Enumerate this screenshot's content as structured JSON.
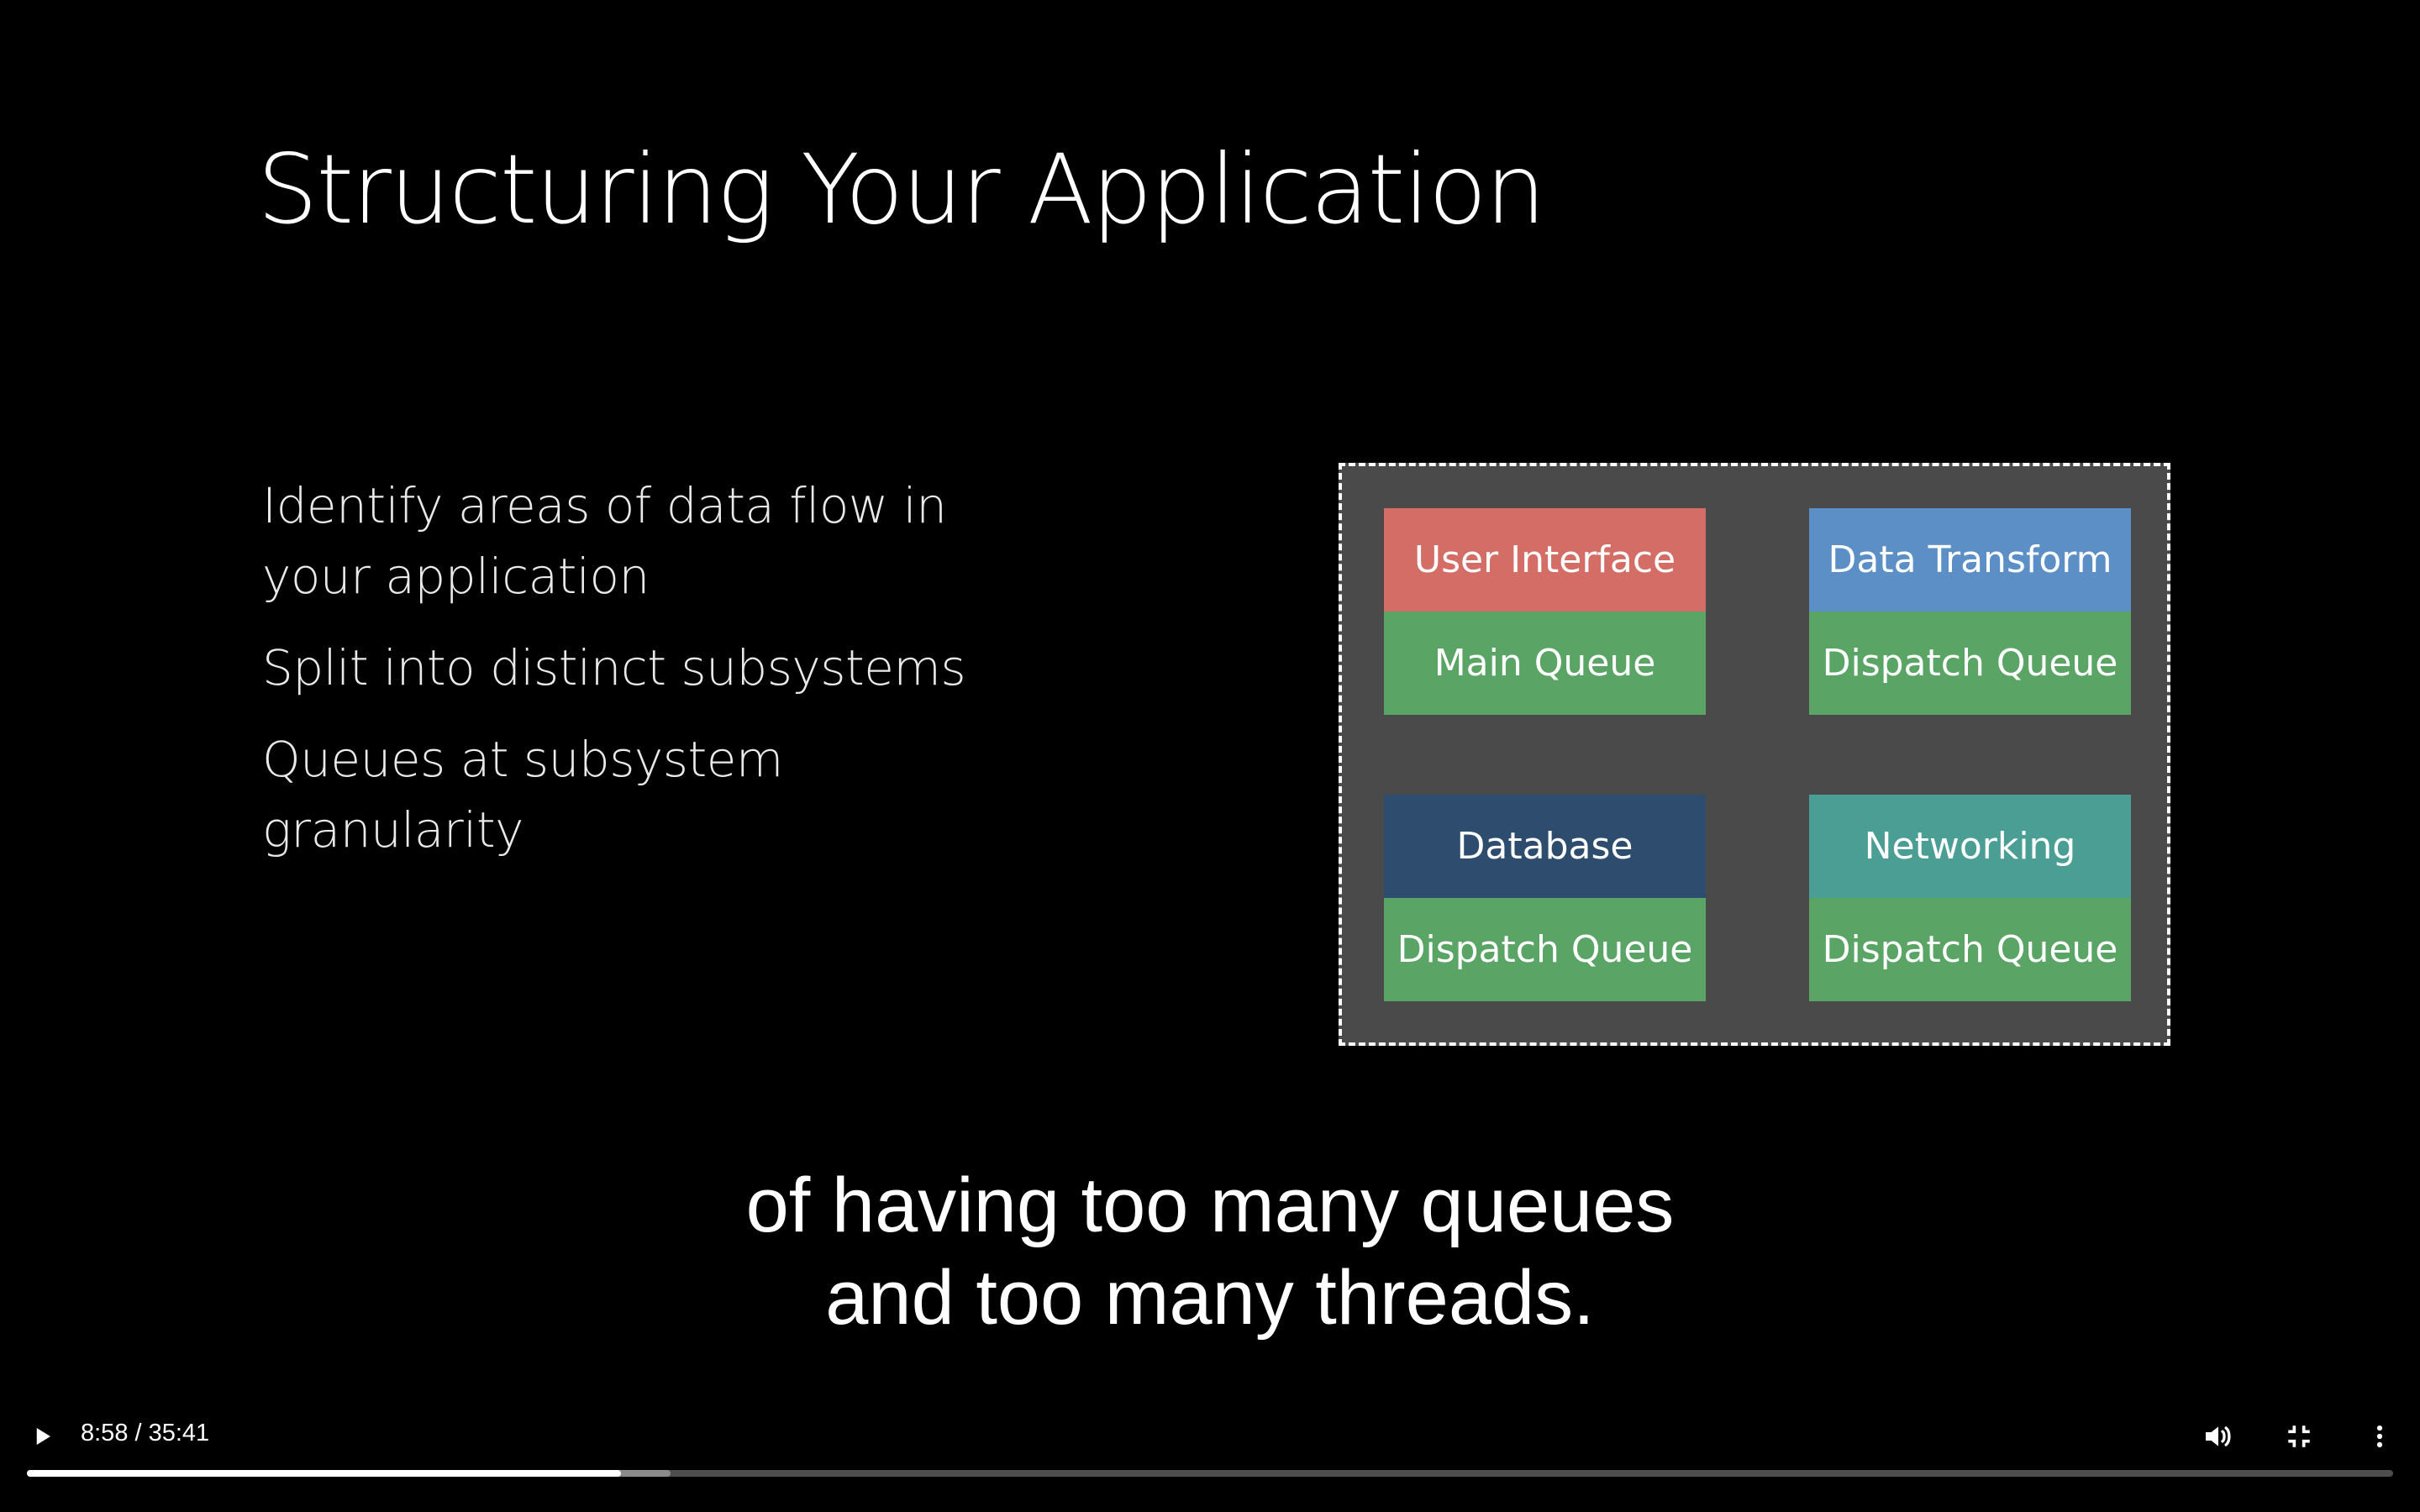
{
  "slide": {
    "title": "Structuring Your Application",
    "bullets": [
      "Identify areas of data flow in your application",
      "Split into distinct subsystems",
      "Queues at subsystem granularity"
    ],
    "diagram": {
      "border_color": "#ffffff",
      "background": "#4a4a4a",
      "subsystems": [
        {
          "label": "User Interface",
          "queue": "Main Queue",
          "label_color": "#d36d66",
          "queue_color": "#5aa466"
        },
        {
          "label": "Data Transform",
          "queue": "Dispatch Queue",
          "label_color": "#5b8fc6",
          "queue_color": "#5aa466"
        },
        {
          "label": "Database",
          "queue": "Dispatch Queue",
          "label_color": "#2e4d6e",
          "queue_color": "#5aa466"
        },
        {
          "label": "Networking",
          "queue": "Dispatch Queue",
          "label_color": "#4a9e93",
          "queue_color": "#5aa466"
        }
      ]
    }
  },
  "captions": [
    "of having too many queues",
    "and too many threads."
  ],
  "player": {
    "time_display": "8:58 / 35:41",
    "played_fraction": 0.251,
    "buffered_fraction": 0.272,
    "icons": {
      "play": "play-icon",
      "volume": "volume-icon",
      "fullscreen": "exit-fullscreen-icon",
      "more": "more-vert-icon"
    }
  }
}
